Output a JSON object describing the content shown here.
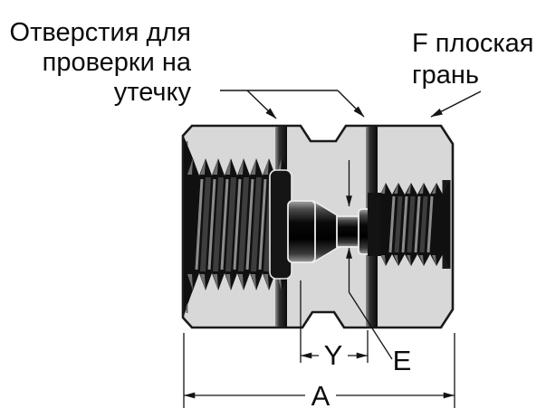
{
  "diagram": {
    "type": "technical cross-section of a threaded pipe coupling (fitting)",
    "callouts": {
      "leak_holes": {
        "line1": "Отверстия для",
        "line2": "проверки на",
        "line3": "утечку"
      },
      "flat_face": {
        "line1": "F плоская",
        "line2": "грань"
      }
    },
    "dimensions": {
      "y_label": "Y",
      "e_label": "E",
      "a_label": "A"
    },
    "colors": {
      "background": "#ffffff",
      "body_fill": "#d8d8d8",
      "outline": "#1a1a1a",
      "metal_dark": "#101010",
      "thread_highlight": "#969696"
    }
  }
}
